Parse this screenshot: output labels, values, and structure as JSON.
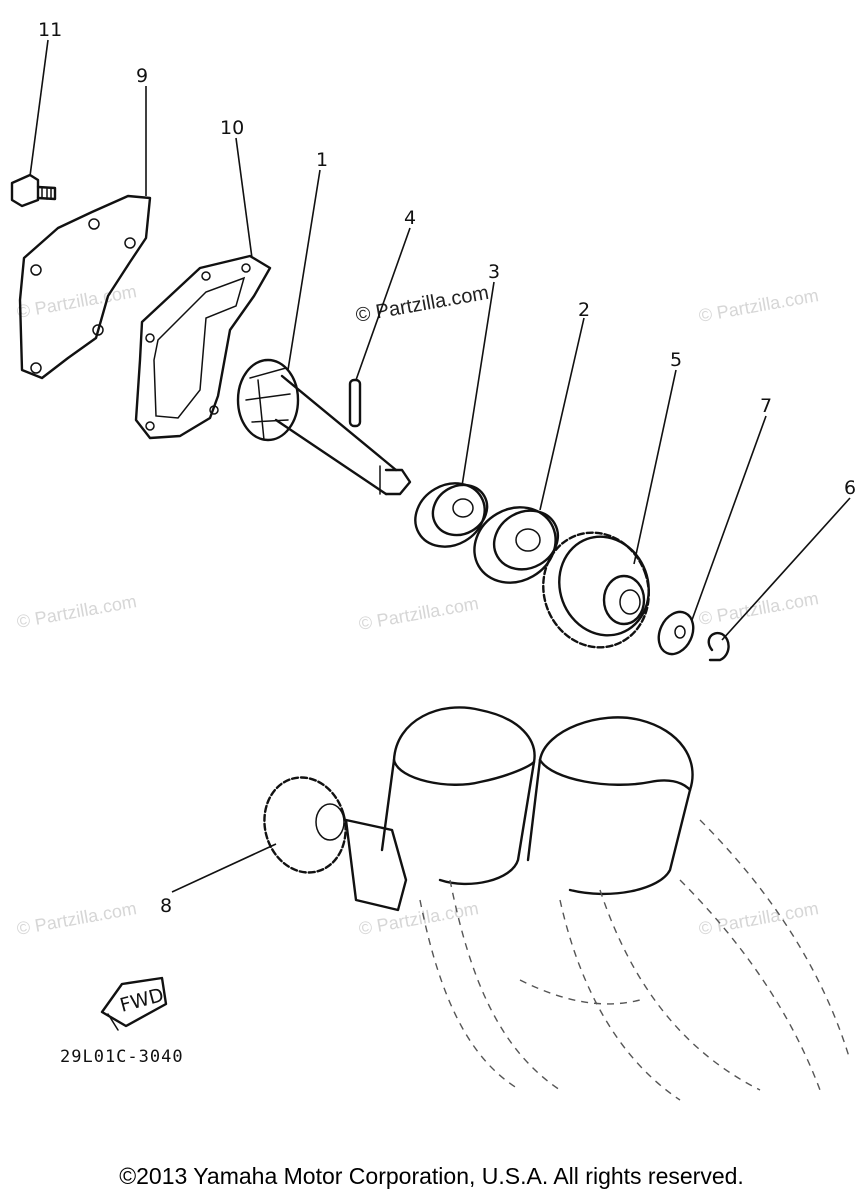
{
  "callouts": [
    "11",
    "9",
    "10",
    "1",
    "4",
    "3",
    "2",
    "5",
    "7",
    "6",
    "8"
  ],
  "watermarks": {
    "dark": "© Partzilla.com",
    "light": "© Partzilla.com"
  },
  "fwd_label": "FWD",
  "diagram_code": "29L01C-3040",
  "copyright": "©2013 Yamaha Motor Corporation, U.S.A. All rights reserved."
}
